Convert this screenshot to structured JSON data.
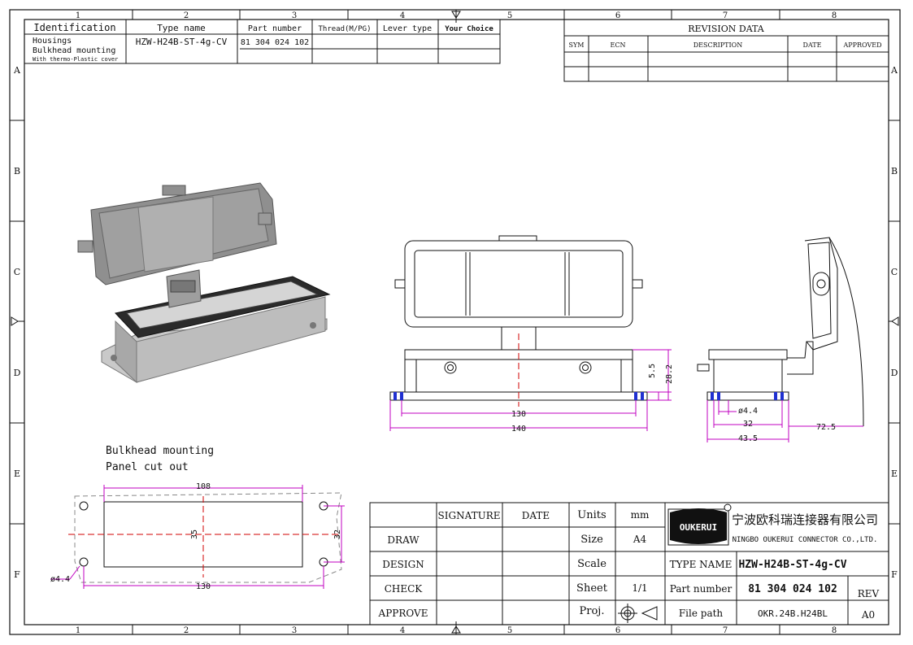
{
  "grid": {
    "columns": [
      "1",
      "2",
      "3",
      "4",
      "5",
      "6",
      "7",
      "8"
    ],
    "rows": [
      "A",
      "B",
      "C",
      "D",
      "E",
      "F"
    ]
  },
  "id_table": {
    "headers": [
      "Identification",
      "Type name",
      "Part number",
      "Thread(M/PG)",
      "Lever type",
      "Your Choice"
    ],
    "row": {
      "identification_line1": "Housings",
      "identification_line2": "Bulkhead mounting",
      "identification_line3": "With thermo-Plastic cover",
      "type_name": "HZW-H24B-ST-4g-CV",
      "part_number": "81 304 024 102",
      "thread": "",
      "lever_type": "",
      "your_choice": ""
    }
  },
  "revision_table": {
    "title": "REVISION   DATA",
    "headers": [
      "SYM",
      "ECN",
      "DESCRIPTION",
      "DATE",
      "APPROVED"
    ]
  },
  "dimensions": {
    "front": {
      "width_inner": "130",
      "width_outer": "140",
      "h1": "5.5",
      "h2": "28.2"
    },
    "side": {
      "hole": "ø4.4",
      "w1": "32",
      "w2": "43.5",
      "lever": "72.5"
    },
    "cutout": {
      "w_top": "108",
      "w_bottom": "130",
      "h_inner": "35",
      "h_outer": "32",
      "hole": "ø4.4"
    }
  },
  "cutout_label": {
    "line1": "Bulkhead mounting",
    "line2": "Panel cut out"
  },
  "title_block": {
    "col_signature": "SIGNATURE",
    "col_date": "DATE",
    "rows": [
      "DRAW",
      "DESIGN",
      "CHECK",
      "APPROVE"
    ],
    "units_label": "Units",
    "units_value": "mm",
    "size_label": "Size",
    "size_value": "A4",
    "scale_label": "Scale",
    "scale_value": "",
    "sheet_label": "Sheet",
    "sheet_value": "1/1",
    "proj_label": "Proj.",
    "company_cn": "宁波欧科瑞连接器有限公司",
    "company_en": "NINGBO OUKERUI CONNECTOR CO.,LTD.",
    "logo_text": "OUKERUI",
    "type_name_label": "TYPE NAME",
    "type_name_value": "HZW-H24B-ST-4g-CV",
    "part_number_label": "Part number",
    "part_number_value": "81 304 024 102",
    "file_path_label": "File path",
    "file_path_value": "OKR.24B.H24BL",
    "rev_label": "REV",
    "rev_value": "A0"
  },
  "colors": {
    "dimension": "#c000c0",
    "centerline": "#d00000",
    "seal": "#2030d0",
    "line": "#111111"
  }
}
